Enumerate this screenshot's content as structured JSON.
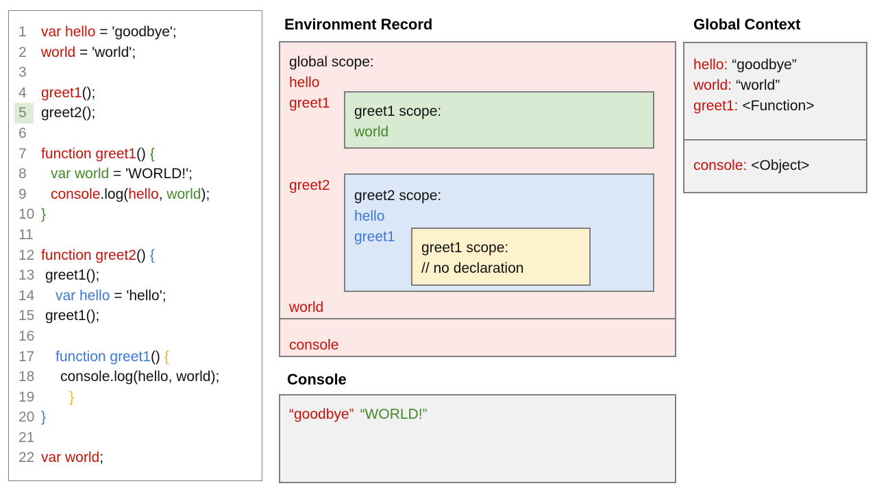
{
  "colors": {
    "red": "#c5120b",
    "green": "#44872a",
    "blue": "#3c78d8",
    "yellow": "#f0b42f",
    "ink": "#111111",
    "gutter": "#808080",
    "border": "#7f7f7f",
    "hl": "#ddecd4",
    "pinkbg": "#fce8e6",
    "greenbg": "#d9ead3",
    "bluebg": "#dbe6f7",
    "yellowbg": "#fef2cc",
    "graybg": "#f1f1f1"
  },
  "headings": {
    "environment_record": "Environment Record",
    "console": "Console",
    "global_context": "Global Context"
  },
  "code": {
    "lines": [
      {
        "n": "1",
        "indent": 0,
        "segs": [
          {
            "c": "r",
            "t": "var hello"
          },
          {
            "c": "k",
            "t": " = 'goodbye';"
          }
        ]
      },
      {
        "n": "2",
        "indent": 0,
        "segs": [
          {
            "c": "r",
            "t": "world"
          },
          {
            "c": "k",
            "t": " = 'world';"
          }
        ]
      },
      {
        "n": "3",
        "indent": 0,
        "segs": []
      },
      {
        "n": "4",
        "indent": 0,
        "segs": [
          {
            "c": "r",
            "t": "greet1"
          },
          {
            "c": "k",
            "t": "();"
          }
        ]
      },
      {
        "n": "5",
        "indent": 0,
        "hl": true,
        "segs": [
          {
            "c": "k",
            "t": "greet2();"
          }
        ]
      },
      {
        "n": "6",
        "indent": 0,
        "segs": []
      },
      {
        "n": "7",
        "indent": 0,
        "segs": [
          {
            "c": "r",
            "t": "function greet1"
          },
          {
            "c": "k",
            "t": "() "
          },
          {
            "c": "g",
            "t": "{"
          }
        ]
      },
      {
        "n": "8",
        "indent": 14,
        "segs": [
          {
            "c": "g",
            "t": "var world"
          },
          {
            "c": "k",
            "t": " = 'WORLD!';"
          }
        ]
      },
      {
        "n": "9",
        "indent": 14,
        "segs": [
          {
            "c": "r",
            "t": "console"
          },
          {
            "c": "k",
            "t": ".log("
          },
          {
            "c": "r",
            "t": "hello"
          },
          {
            "c": "k",
            "t": ", "
          },
          {
            "c": "g",
            "t": "world"
          },
          {
            "c": "k",
            "t": ");"
          }
        ]
      },
      {
        "n": "10",
        "indent": 0,
        "segs": [
          {
            "c": "g",
            "t": "}"
          }
        ]
      },
      {
        "n": "11",
        "indent": 0,
        "segs": []
      },
      {
        "n": "12",
        "indent": 0,
        "segs": [
          {
            "c": "r",
            "t": "function greet2"
          },
          {
            "c": "k",
            "t": "() "
          },
          {
            "c": "b",
            "t": "{"
          }
        ]
      },
      {
        "n": "13",
        "indent": 6,
        "segs": [
          {
            "c": "k",
            "t": "greet1();"
          }
        ]
      },
      {
        "n": "14",
        "indent": 21,
        "segs": [
          {
            "c": "b",
            "t": "var hello"
          },
          {
            "c": "k",
            "t": " = 'hello';"
          }
        ]
      },
      {
        "n": "15",
        "indent": 6,
        "segs": [
          {
            "c": "k",
            "t": "greet1();"
          }
        ]
      },
      {
        "n": "16",
        "indent": 0,
        "segs": []
      },
      {
        "n": "17",
        "indent": 21,
        "segs": [
          {
            "c": "b",
            "t": "function greet1"
          },
          {
            "c": "k",
            "t": "() "
          },
          {
            "c": "y",
            "t": "{"
          }
        ]
      },
      {
        "n": "18",
        "indent": 28,
        "segs": [
          {
            "c": "k",
            "t": "console.log(hello, world);"
          }
        ]
      },
      {
        "n": "19",
        "indent": 41,
        "segs": [
          {
            "c": "y",
            "t": "}"
          }
        ]
      },
      {
        "n": "20",
        "indent": 0,
        "segs": [
          {
            "c": "b",
            "t": "}"
          }
        ]
      },
      {
        "n": "21",
        "indent": 0,
        "segs": []
      },
      {
        "n": "22",
        "indent": 0,
        "segs": [
          {
            "c": "r",
            "t": "var world"
          },
          {
            "c": "k",
            "t": ";"
          }
        ]
      }
    ]
  },
  "environment": {
    "global": {
      "title": "global scope:",
      "hello": "hello",
      "greet1": "greet1",
      "greet2": "greet2",
      "world": "world"
    },
    "greet1_scope": {
      "title": "greet1 scope:",
      "world": "world"
    },
    "greet2_scope": {
      "title": "greet2 scope:",
      "hello": "hello",
      "greet1": "greet1"
    },
    "inner_greet1_scope": {
      "title": "greet1 scope:",
      "comment": "// no declaration"
    },
    "console_label": "console"
  },
  "console": {
    "segments": [
      {
        "c": "r",
        "t": "“goodbye”"
      },
      {
        "c": "g",
        "t": "“WORLD!”"
      }
    ]
  },
  "global_context": {
    "box1": [
      {
        "key": "hello:",
        "value": "“goodbye”"
      },
      {
        "key": "world:",
        "value": "“world”"
      },
      {
        "key": "greet1:",
        "value": "<Function>"
      }
    ],
    "box2": [
      {
        "key": "console:",
        "value": "<Object>"
      }
    ]
  }
}
